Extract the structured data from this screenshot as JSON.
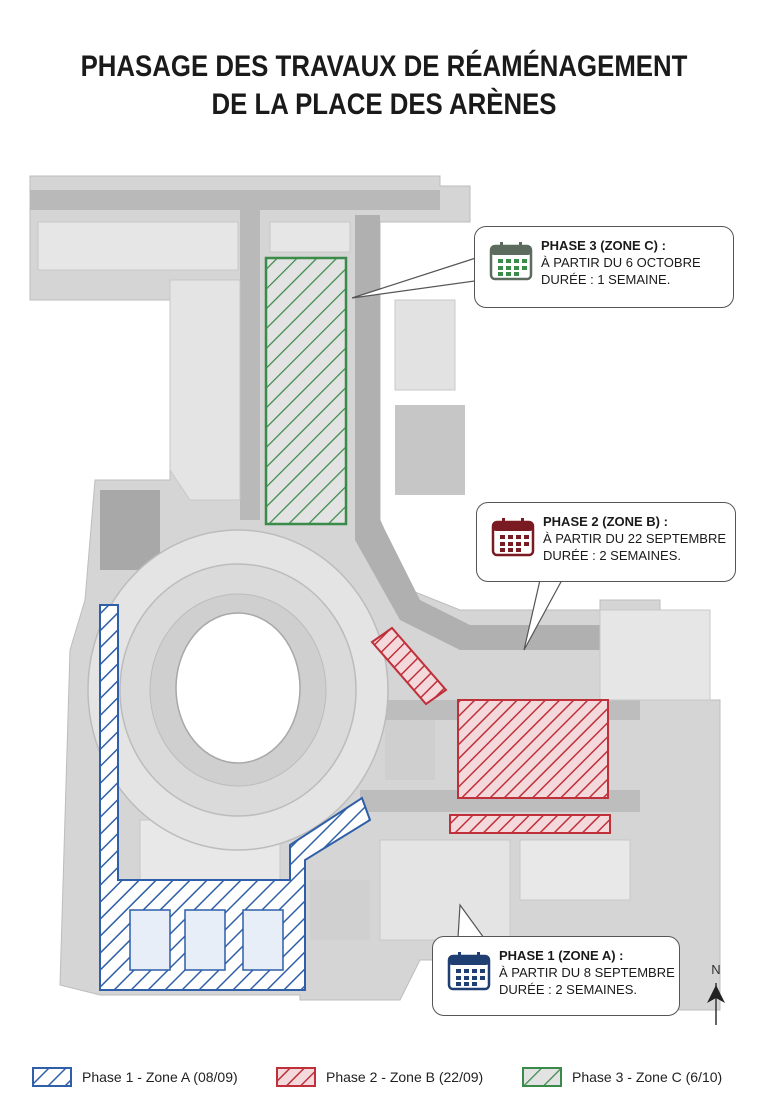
{
  "title": {
    "line1": "PHASAGE DES TRAVAUX DE RÉAMÉNAGEMENT",
    "line2": "DE LA PLACE DES ARÈNES"
  },
  "callouts": [
    {
      "phase": "PHASE 3 (ZONE C) :",
      "line1": "À PARTIR DU 6 OCTOBRE",
      "line2": "DURÉE : 1 SEMAINE.",
      "color": "#5b6b5e"
    },
    {
      "phase": "PHASE 2 (ZONE B) :",
      "line1": "À PARTIR DU 22 SEPTEMBRE",
      "line2": "DURÉE : 2 SEMAINES.",
      "color": "#7a1a22"
    },
    {
      "phase": "PHASE 1 (ZONE A) :",
      "line1": "À PARTIR DU 8 SEPTEMBRE",
      "line2": "DURÉE : 2 SEMAINES.",
      "color": "#1f3f73"
    }
  ],
  "north_label": "N",
  "legend": [
    {
      "label": "Phase 1 - Zone A (08/09)",
      "color": "#2e5fa8"
    },
    {
      "label": "Phase 2 - Zone B (22/09)",
      "color": "#c0303a"
    },
    {
      "label": "Phase 3 - Zone C (6/10)",
      "color": "#3a8a4a"
    }
  ],
  "icons": [
    "calendar-icon",
    "north-arrow-icon"
  ]
}
